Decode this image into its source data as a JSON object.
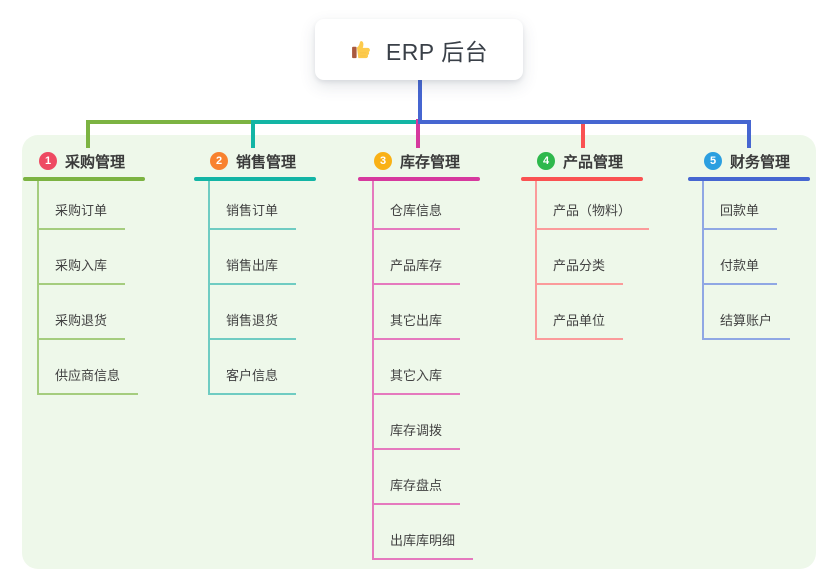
{
  "root": {
    "label": "ERP 后台",
    "icon": "thumbs-up-icon"
  },
  "canvas": {
    "background": "#ffffff",
    "panel_color": "#eef8ea",
    "root_connector_color": "#4666d1",
    "title_text_color": "#3a3a3a",
    "child_text_color": "#424242"
  },
  "branches": [
    {
      "index": "1",
      "title": "采购管理",
      "badge_color": "#ee4a62",
      "line_color": "#7cb342",
      "child_line_color": "#a5cd7e",
      "children": [
        "采购订单",
        "采购入库",
        "采购退货",
        "供应商信息"
      ]
    },
    {
      "index": "2",
      "title": "销售管理",
      "badge_color": "#f8822f",
      "line_color": "#13b5a5",
      "child_line_color": "#6fccc2",
      "children": [
        "销售订单",
        "销售出库",
        "销售退货",
        "客户信息"
      ]
    },
    {
      "index": "3",
      "title": "库存管理",
      "badge_color": "#f9b115",
      "line_color": "#d6399e",
      "child_line_color": "#e579be",
      "children": [
        "仓库信息",
        "产品库存",
        "其它出库",
        "其它入库",
        "库存调拨",
        "库存盘点",
        "出库库明细"
      ]
    },
    {
      "index": "4",
      "title": "产品管理",
      "badge_color": "#2eb84c",
      "line_color": "#fa5252",
      "child_line_color": "#fb9b9b",
      "children": [
        "产品（物料）",
        "产品分类",
        "产品单位"
      ]
    },
    {
      "index": "5",
      "title": "财务管理",
      "badge_color": "#2b9fe0",
      "line_color": "#4666d1",
      "child_line_color": "#8fa7e4",
      "children": [
        "回款单",
        "付款单",
        "结算账户"
      ]
    }
  ]
}
